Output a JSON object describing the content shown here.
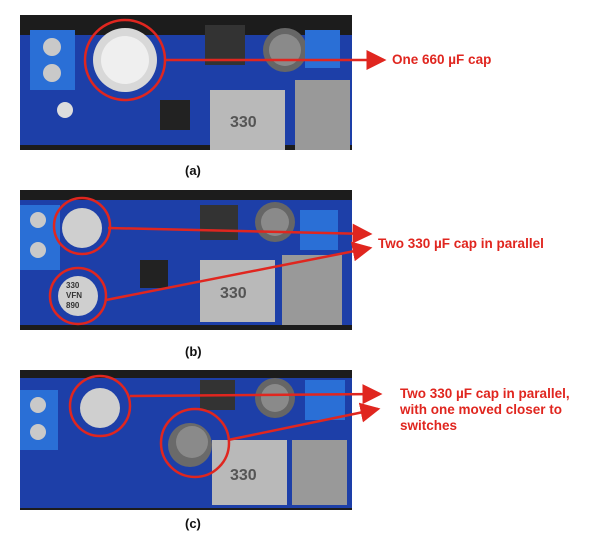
{
  "panels": [
    {
      "label": "(a)",
      "annotation": [
        "One 660 µF cap"
      ],
      "inductor_marking": "330"
    },
    {
      "label": "(b)",
      "annotation": [
        "Two 330 µF cap in parallel"
      ],
      "inductor_marking": "330",
      "cap_marking": [
        "330",
        "VFN",
        "890"
      ]
    },
    {
      "label": "(c)",
      "annotation": [
        "Two 330 µF cap in parallel,",
        "with one moved closer to",
        "switches"
      ],
      "inductor_marking": "330"
    }
  ],
  "colors": {
    "annotation": "#e0261f",
    "pcb": "#1d3fa8"
  }
}
